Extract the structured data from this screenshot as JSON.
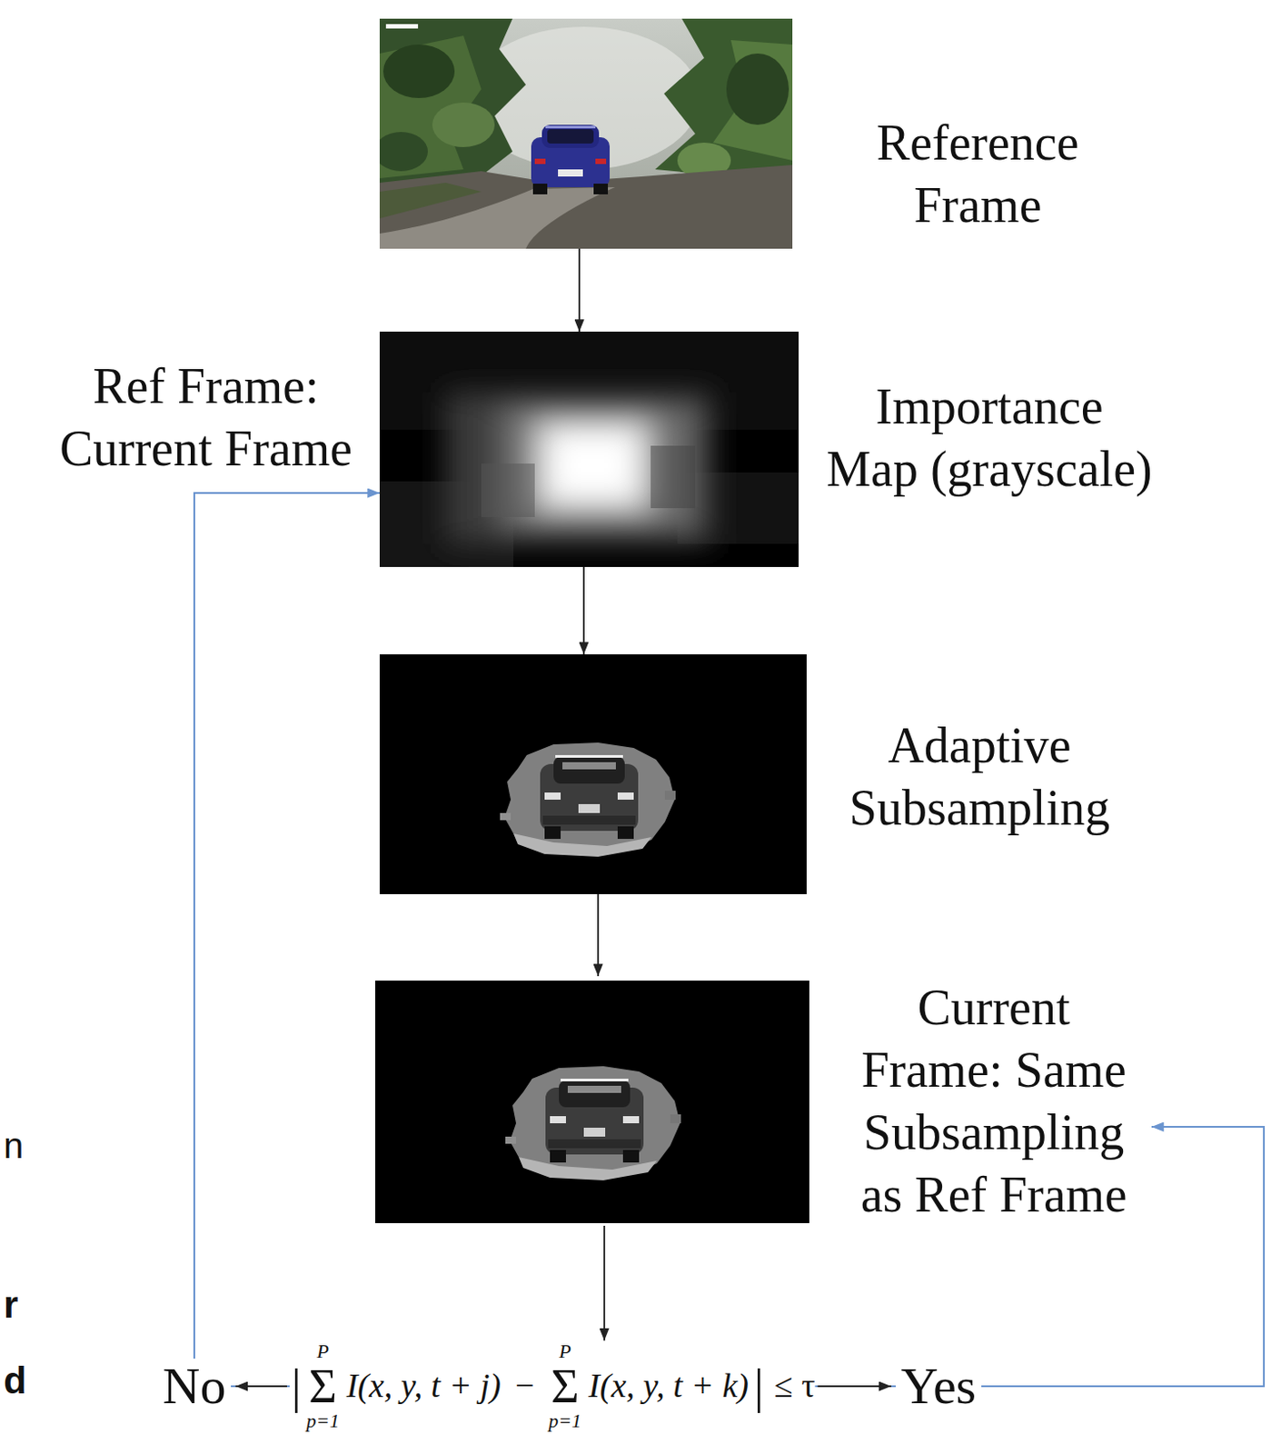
{
  "diagram": {
    "nodes": [
      {
        "text": [
          "Reference Frame"
        ]
      },
      {
        "text": [
          "Importance Map (grayscale)"
        ]
      },
      {
        "text": [
          "Adaptive Subsampling"
        ]
      },
      {
        "text": [
          "Current Frame: Same Subsampling as Ref Frame"
        ]
      },
      {
        "text": [
          "|",
          "P",
          "Σ",
          "p=1",
          "I(x, y, t + j)",
          "−",
          "P",
          "Σ",
          "p=1",
          "I(x, y, t + k)",
          "|",
          "≤ τ"
        ]
      }
    ],
    "edges": [
      {
        "from": 0,
        "to": 1,
        "arrow": "to"
      },
      {
        "from": 1,
        "to": 2,
        "arrow": "to"
      },
      {
        "from": 2,
        "to": 3,
        "arrow": "to"
      },
      {
        "from": 3,
        "to": 4,
        "arrow": "to"
      },
      {
        "from": 4,
        "to": 1,
        "label": "No",
        "arrow": "to"
      },
      {
        "from": 4,
        "to": 3,
        "label": "Yes",
        "arrow": "to"
      }
    ],
    "labels": [
      "Ref Frame: Current Frame",
      "n",
      "r",
      "d"
    ]
  }
}
